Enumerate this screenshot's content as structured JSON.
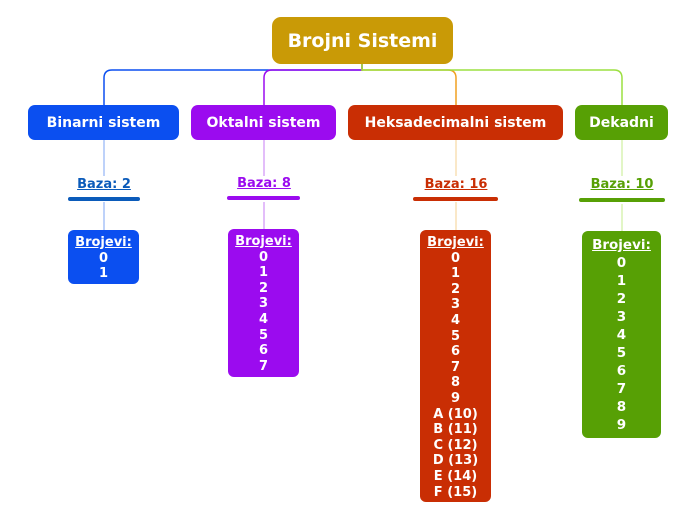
{
  "root": {
    "label": "Brojni Sistemi",
    "color": "#C99A06"
  },
  "systems": [
    {
      "name": "Binarni sistem",
      "base": "Baza: 2",
      "digits_header": "Brojevi:",
      "digits": [
        "0",
        "1"
      ],
      "color": "#0B4FF0",
      "base_color": "#0B5BBA"
    },
    {
      "name": "Oktalni sistem",
      "base": "Baza: 8",
      "digits_header": "Brojevi:",
      "digits": [
        "0",
        "1",
        "2",
        "3",
        "4",
        "5",
        "6",
        "7"
      ],
      "color": "#9B0BEF",
      "base_color": "#9B0BEF"
    },
    {
      "name": "Heksadecimalni sistem",
      "base": "Baza: 16",
      "digits_header": "Brojevi:",
      "digits": [
        "0",
        "1",
        "2",
        "3",
        "4",
        "5",
        "6",
        "7",
        "8",
        "9",
        "A (10)",
        "B (11)",
        "C (12)",
        "D (13)",
        "E (14)",
        "F (15)"
      ],
      "color": "#C92E04",
      "base_color": "#C92E04"
    },
    {
      "name": "Dekadni",
      "base": "Baza: 10",
      "digits_header": "Brojevi:",
      "digits": [
        "0",
        "1",
        "2",
        "3",
        "4",
        "5",
        "6",
        "7",
        "8",
        "9"
      ],
      "color": "#57A005",
      "base_color": "#57A005"
    }
  ]
}
